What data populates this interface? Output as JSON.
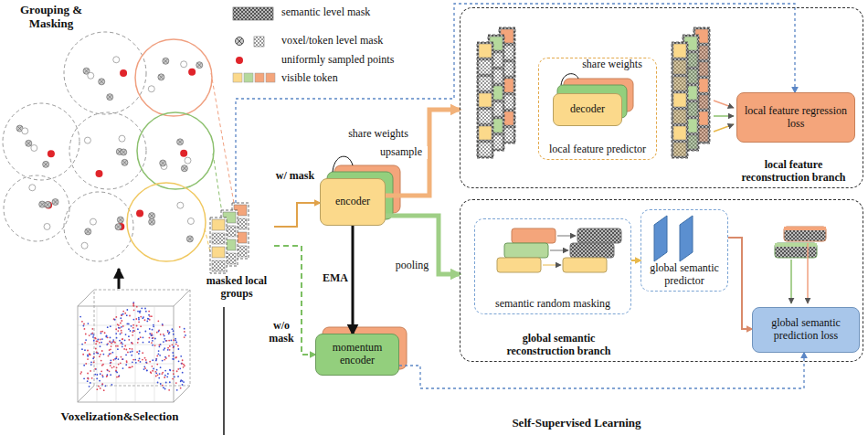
{
  "diagram": {
    "nodes": [
      {
        "text": [
          "masked local groups"
        ]
      },
      {
        "text": [
          "encoder"
        ]
      },
      {
        "text": [
          "momentum encoder"
        ]
      },
      {
        "text": [
          "local feature reconstruction branch"
        ]
      },
      {
        "text": [
          "local feature predictor"
        ],
        "in": 3
      },
      {
        "text": [
          "decoder"
        ],
        "in": 4
      },
      {
        "text": [
          "local feature regression loss"
        ],
        "in": 3
      },
      {
        "text": [
          "global semantic reconstruction branch"
        ]
      },
      {
        "text": [
          "semantic random masking"
        ],
        "in": 7
      },
      {
        "text": [
          "global semantic predictor"
        ],
        "in": 7
      },
      {
        "text": [
          "global semantic prediction loss"
        ],
        "in": 7
      }
    ],
    "edges": [
      {
        "from": 0,
        "to": 1,
        "arrow": "to",
        "label": "w/ mask"
      },
      {
        "from": 0,
        "to": 2,
        "arrow": "to",
        "label": "w/o mask"
      },
      {
        "from": 1,
        "to": 2,
        "arrow": "to",
        "label": "EMA"
      },
      {
        "from": 1,
        "to": 3,
        "arrow": "to",
        "label": "upsample"
      },
      {
        "from": 1,
        "to": 7,
        "arrow": "to",
        "label": "pooling"
      },
      {
        "from": 0,
        "to": 6,
        "arrow": "to"
      },
      {
        "from": 2,
        "to": 10,
        "arrow": "to"
      },
      {
        "from": 8,
        "to": 9,
        "arrow": "to"
      },
      {
        "from": 9,
        "to": 10,
        "arrow": "to"
      }
    ],
    "labels": [
      "Grouping & Masking",
      "Voxelization&Selection",
      "share weights",
      "share weights",
      "Self-Supervised Learning"
    ],
    "legend": [
      {
        "text": "semantic level mask"
      },
      {
        "text": "voxel/token level mask"
      },
      {
        "text": "uniformly sampled points"
      },
      {
        "text": "visible token"
      }
    ]
  }
}
